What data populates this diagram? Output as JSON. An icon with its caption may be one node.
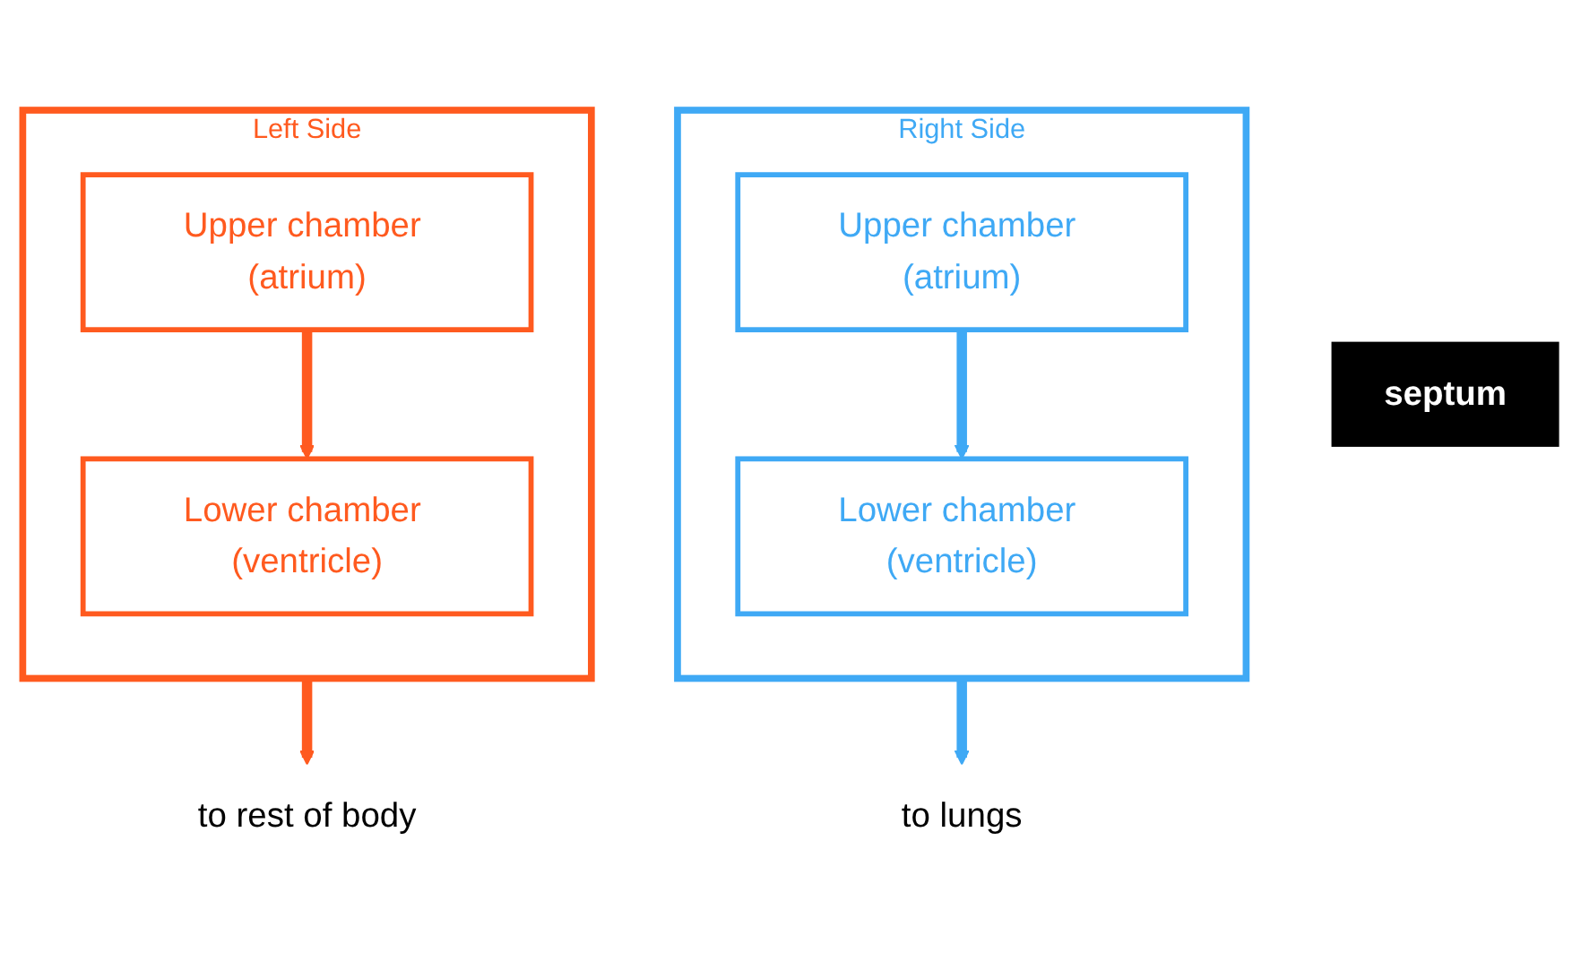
{
  "diagram": {
    "nodes": [
      {
        "text": [
          "Right Side"
        ]
      },
      {
        "text": [
          "Upper chamber (atrium)"
        ],
        "in": 0
      },
      {
        "text": [
          "Lower chamber (ventricle)"
        ],
        "in": 0
      },
      {
        "text": [
          "septum"
        ]
      },
      {
        "text": [
          "Left Side"
        ]
      },
      {
        "text": [
          "Upper chamber (atrium)"
        ],
        "in": 4
      },
      {
        "text": [
          "Lower chamber (ventricle)"
        ],
        "in": 4
      },
      {
        "text": [
          "to lungs"
        ]
      },
      {
        "text": [
          "to rest of body"
        ]
      }
    ],
    "edges": [
      {
        "from": 1,
        "to": 2,
        "arrow": "to",
        "color": "#3fa9f5"
      },
      {
        "from": 5,
        "to": 6,
        "arrow": "to",
        "color": "#ff5a1f"
      },
      {
        "from": 0,
        "to": 7,
        "arrow": "to",
        "color": "#3fa9f5"
      },
      {
        "from": 4,
        "to": 8,
        "arrow": "to",
        "color": "#ff5a1f"
      }
    ]
  }
}
